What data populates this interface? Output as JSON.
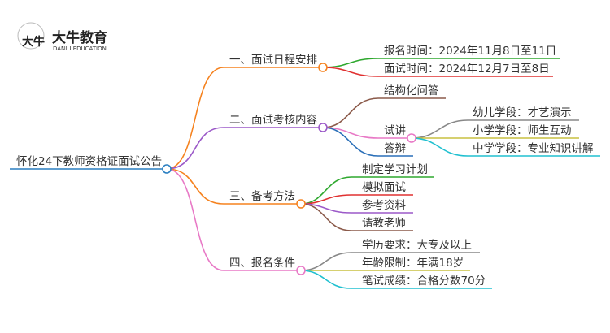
{
  "logo": {
    "cn": "大牛教育",
    "en": "DANIU EDUCATION",
    "mark": "大牛"
  },
  "root": "怀化24下教师资格证面试公告",
  "branches": [
    {
      "label": "一、面试日程安排",
      "children": [
        "报名时间：2024年11月8日至11日",
        "面试时间：2024年12月7日至8日"
      ]
    },
    {
      "label": "二、面试考核内容",
      "children": [
        "结构化问答",
        "试讲",
        "答辩"
      ],
      "sub": [
        "幼儿学段：才艺演示",
        "小学学段：师生互动",
        "中学学段：专业知识讲解"
      ]
    },
    {
      "label": "三、备考方法",
      "children": [
        "制定学习计划",
        "模拟面试",
        "参考资料",
        "请教老师"
      ]
    },
    {
      "label": "四、报名条件",
      "children": [
        "学历要求：大专及以上",
        "年龄限制：年满18岁",
        "笔试成绩：合格分数70分"
      ]
    }
  ],
  "colors": {
    "root": "#2a7fc1",
    "orange": "#f5821f",
    "purple": "#9b59c8",
    "pink": "#e879c6",
    "green": "#2ea82e",
    "red": "#e03030",
    "brown": "#8b5a4a",
    "blue": "#2a6fb8",
    "gray": "#888888",
    "olive": "#c8c040",
    "cyan": "#20c0d0"
  }
}
